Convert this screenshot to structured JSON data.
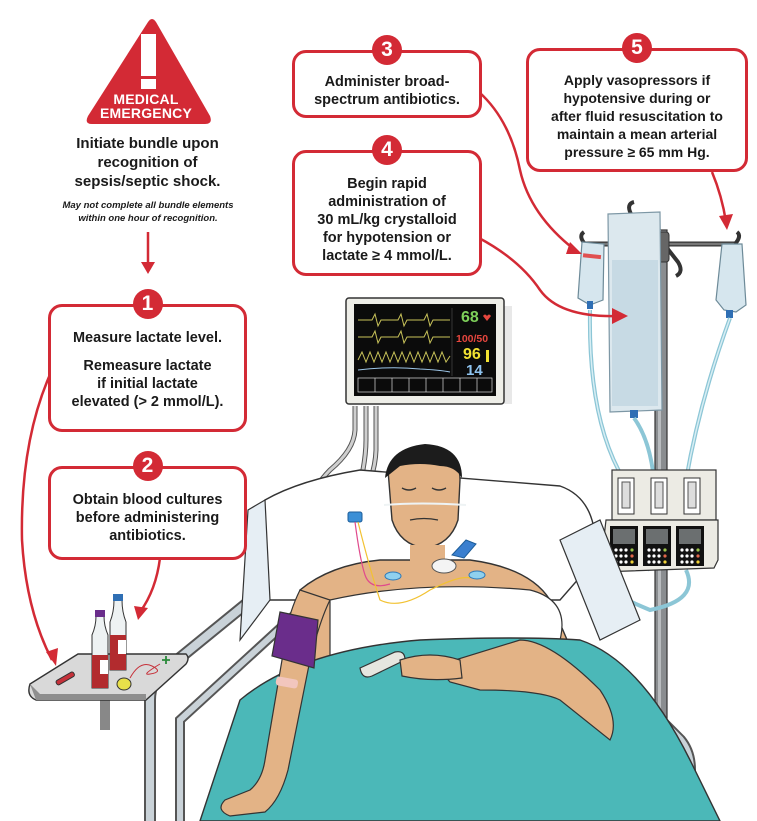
{
  "header": {
    "warning_line1": "MEDICAL",
    "warning_line2": "EMERGENCY",
    "intro_line1": "Initiate bundle upon",
    "intro_line2": "recognition of",
    "intro_line3": "sepsis/septic shock.",
    "note_line1": "May not complete all bundle elements",
    "note_line2": "within one hour of recognition."
  },
  "steps": [
    {
      "number": "1",
      "lines": [
        "Measure lactate level."
      ],
      "lines2": [
        "Remeasure lactate",
        "if initial lactate",
        "elevated (> 2 mmol/L)."
      ]
    },
    {
      "number": "2",
      "lines": [
        "Obtain blood cultures",
        "before administering",
        "antibiotics."
      ]
    },
    {
      "number": "3",
      "lines": [
        "Administer broad-",
        "spectrum antibiotics."
      ]
    },
    {
      "number": "4",
      "lines": [
        "Begin rapid",
        "administration of",
        "30 mL/kg crystalloid",
        "for hypotension or",
        "lactate ≥ 4 mmol/L."
      ]
    },
    {
      "number": "5",
      "lines": [
        "Apply vasopressors if",
        "hypotensive during or",
        "after fluid resuscitation to",
        "maintain a mean arterial",
        "pressure ≥ 65 mm Hg."
      ]
    }
  ],
  "monitor": {
    "heart_rate": "68",
    "blood_pressure": "100/50",
    "spo2": "96",
    "resp_rate": "14"
  },
  "colors": {
    "accent_red": "#d32a35",
    "blanket_teal": "#4bb8b8",
    "skin": "#e3b386",
    "hr_green": "#7ed05a",
    "bp_red": "#e6463e",
    "spo2_yellow": "#f2e232",
    "rr_blue": "#8fc4f0"
  }
}
